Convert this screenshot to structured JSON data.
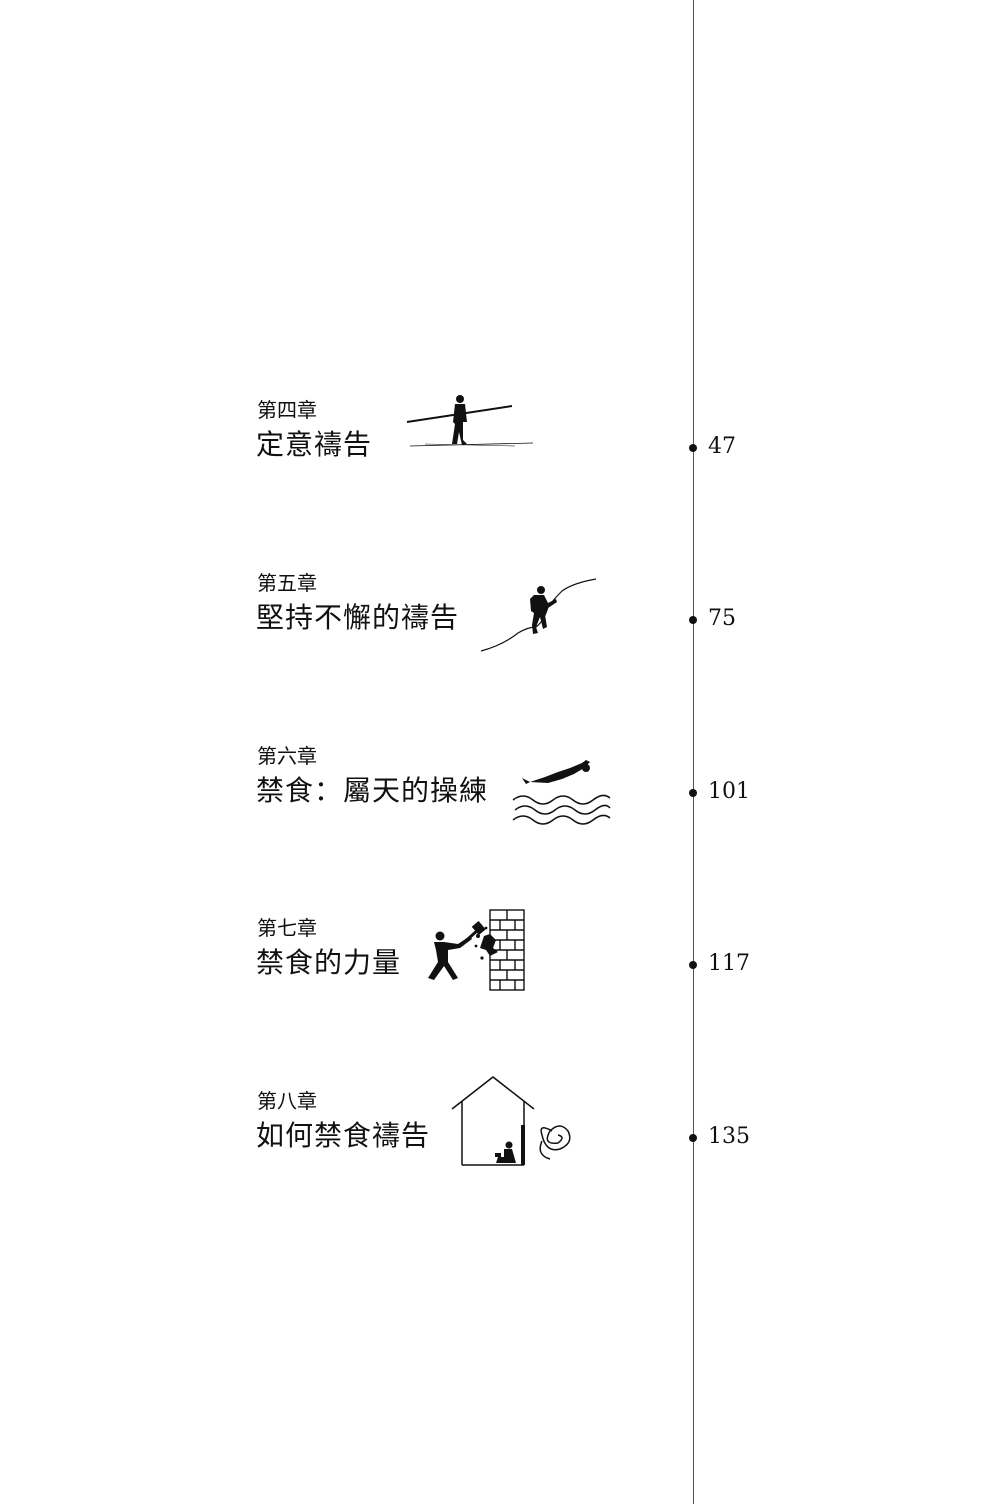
{
  "chapters": [
    {
      "label": "第四章",
      "title": "定意禱告",
      "page": "47",
      "icon": "tightrope-walker-icon"
    },
    {
      "label": "第五章",
      "title": "堅持不懈的禱告",
      "page": "75",
      "icon": "climber-icon"
    },
    {
      "label": "第六章",
      "title": "禁食：屬天的操練",
      "page": "101",
      "icon": "diver-icon"
    },
    {
      "label": "第七章",
      "title": "禁食的力量",
      "page": "117",
      "icon": "wall-breaker-icon"
    },
    {
      "label": "第八章",
      "title": "如何禁食禱告",
      "page": "135",
      "icon": "house-reader-icon"
    }
  ],
  "colors": {
    "ink": "#111111",
    "line": "#555555"
  }
}
